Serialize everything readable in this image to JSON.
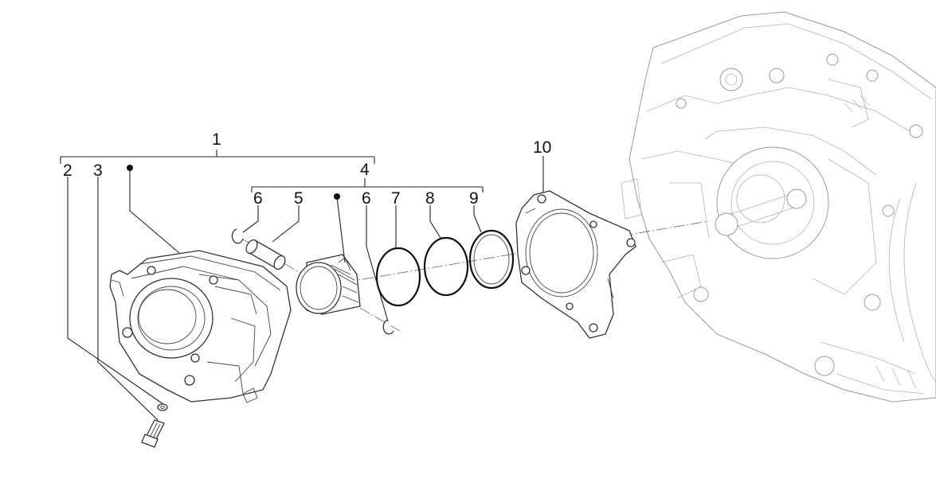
{
  "callouts": {
    "c1": "1",
    "c2": "2",
    "c3": "3",
    "c4": "4",
    "c5": "5",
    "c6a": "6",
    "c6b": "6",
    "c7": "7",
    "c8": "8",
    "c9": "9",
    "c10": "10"
  },
  "parts": {
    "cylinder": "cylinder-icon",
    "piston": "piston-icon",
    "piston_pin": "piston-pin-icon",
    "circlip": "circlip-icon",
    "ring_top": "piston-ring-icon",
    "ring_second": "piston-ring-icon",
    "ring_oil": "oil-scraper-ring-icon",
    "gasket": "cylinder-base-gasket-icon",
    "bolt": "bolt-icon",
    "washer": "washer-icon",
    "engine": "engine-crankcase-icon"
  },
  "colors": {
    "line": "#222222",
    "ghost": "#9a9a9a",
    "background": "#ffffff"
  }
}
